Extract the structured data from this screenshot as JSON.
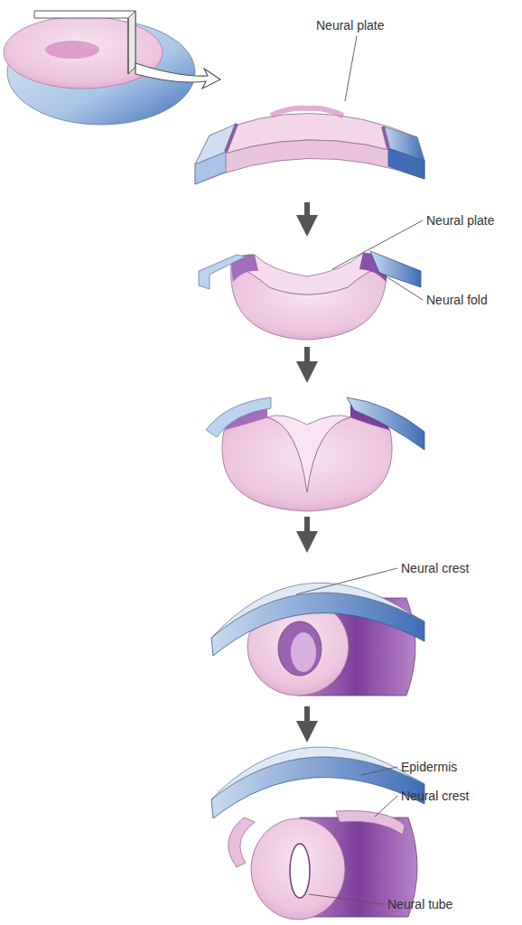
{
  "diagram": {
    "labels": [
      "Neural plate",
      "Neural plate",
      "Neural fold",
      "Neural crest",
      "Epidermis",
      "Neural crest",
      "Neural tube"
    ]
  }
}
